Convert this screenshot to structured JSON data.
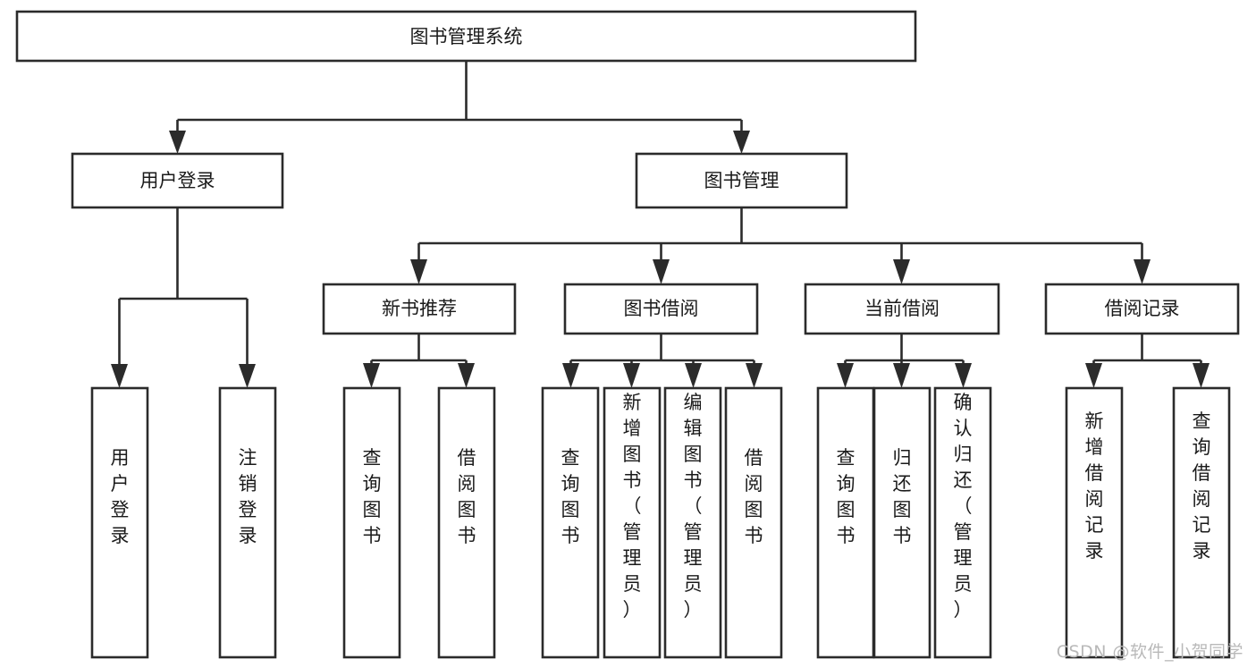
{
  "diagram": {
    "type": "tree-hierarchy",
    "title": "图书管理系统",
    "root": {
      "id": "root",
      "label": "图书管理系统",
      "orientation": "horizontal"
    },
    "level2": [
      {
        "id": "user-login",
        "label": "用户登录",
        "orientation": "horizontal"
      },
      {
        "id": "book-manage",
        "label": "图书管理",
        "orientation": "horizontal"
      }
    ],
    "level3": [
      {
        "id": "new-book-recommend",
        "label": "新书推荐",
        "orientation": "horizontal"
      },
      {
        "id": "book-borrow",
        "label": "图书借阅",
        "orientation": "horizontal"
      },
      {
        "id": "current-borrow",
        "label": "当前借阅",
        "orientation": "horizontal"
      },
      {
        "id": "borrow-record",
        "label": "借阅记录",
        "orientation": "horizontal"
      }
    ],
    "leaves": [
      {
        "id": "leaf-user-login",
        "parent": "user-login",
        "label": "用户登录",
        "orientation": "vertical"
      },
      {
        "id": "leaf-user-logout",
        "parent": "user-login",
        "label": "注销登录",
        "orientation": "vertical"
      },
      {
        "id": "leaf-query-book-1",
        "parent": "new-book-recommend",
        "label": "查询图书",
        "orientation": "vertical"
      },
      {
        "id": "leaf-borrow-book-1",
        "parent": "new-book-recommend",
        "label": "借阅图书",
        "orientation": "vertical"
      },
      {
        "id": "leaf-query-book-2",
        "parent": "book-borrow",
        "label": "查询图书",
        "orientation": "vertical"
      },
      {
        "id": "leaf-add-book",
        "parent": "book-borrow",
        "label": "新增图书（管理员）",
        "orientation": "vertical"
      },
      {
        "id": "leaf-edit-book",
        "parent": "book-borrow",
        "label": "编辑图书（管理员）",
        "orientation": "vertical"
      },
      {
        "id": "leaf-borrow-book-2",
        "parent": "book-borrow",
        "label": "借阅图书",
        "orientation": "vertical"
      },
      {
        "id": "leaf-query-book-3",
        "parent": "current-borrow",
        "label": "查询图书",
        "orientation": "vertical"
      },
      {
        "id": "leaf-return-book",
        "parent": "current-borrow",
        "label": "归还图书",
        "orientation": "vertical"
      },
      {
        "id": "leaf-confirm-return",
        "parent": "current-borrow",
        "label": "确认归还（管理员）",
        "orientation": "vertical"
      },
      {
        "id": "leaf-add-record",
        "parent": "borrow-record",
        "label": "新增借阅记录",
        "orientation": "vertical"
      },
      {
        "id": "leaf-query-record",
        "parent": "borrow-record",
        "label": "查询借阅记录",
        "orientation": "vertical"
      }
    ],
    "colors": {
      "box_stroke": "#2b2b2b",
      "box_fill": "#ffffff",
      "text": "#1a1a1a",
      "background": "#ffffff",
      "watermark": "#b9b9b9"
    }
  },
  "watermark": {
    "text": "CSDN @软件_小贺同学"
  }
}
